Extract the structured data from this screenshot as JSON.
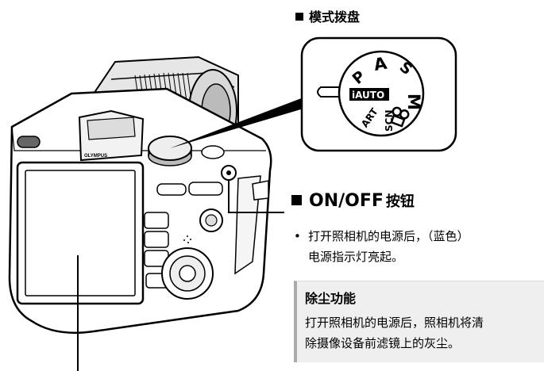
{
  "mode_dial": {
    "title": "模式拨盘",
    "labels": [
      "P",
      "A",
      "S",
      "M",
      "iAUTO",
      "ART",
      "SCN"
    ]
  },
  "onoff": {
    "title_main": "ON/OFF",
    "title_suffix": "按钮",
    "bullet": "•",
    "note_line1": "打开照相机的电源后，（蓝色）",
    "note_line2": "电源指示灯亮起。"
  },
  "dust": {
    "title": "除尘功能",
    "line1": "打开照相机的电源后，照相机将清",
    "line2": "除摄像设备前滤镜上的灰尘。"
  },
  "camera": {
    "brand": "OLYMPUS"
  }
}
